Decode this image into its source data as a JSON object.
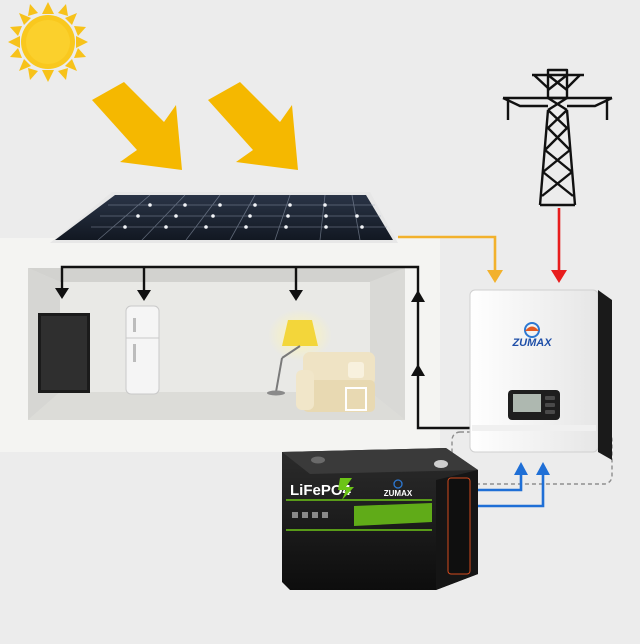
{
  "inverter": {
    "brand": "ZUMAX"
  },
  "battery": {
    "chemistry_label": "LiFePO4",
    "brand": "ZUMAX"
  },
  "colors": {
    "background": "#ececec",
    "sun": "#f7c21a",
    "sun_arrows": "#f5b800",
    "pv_line": "#f2b12c",
    "grid_line": "#e81d1d",
    "battery_line": "#1f6fd6",
    "house_wiring": "#111111",
    "battery_accent": "#6cc417",
    "inverter_brand": "#1f4fa8"
  },
  "icons": [
    "sun-icon",
    "transmission-tower-icon",
    "solar-panel-icon",
    "tv-icon",
    "fridge-icon",
    "floor-lamp-icon",
    "sofa-icon"
  ]
}
